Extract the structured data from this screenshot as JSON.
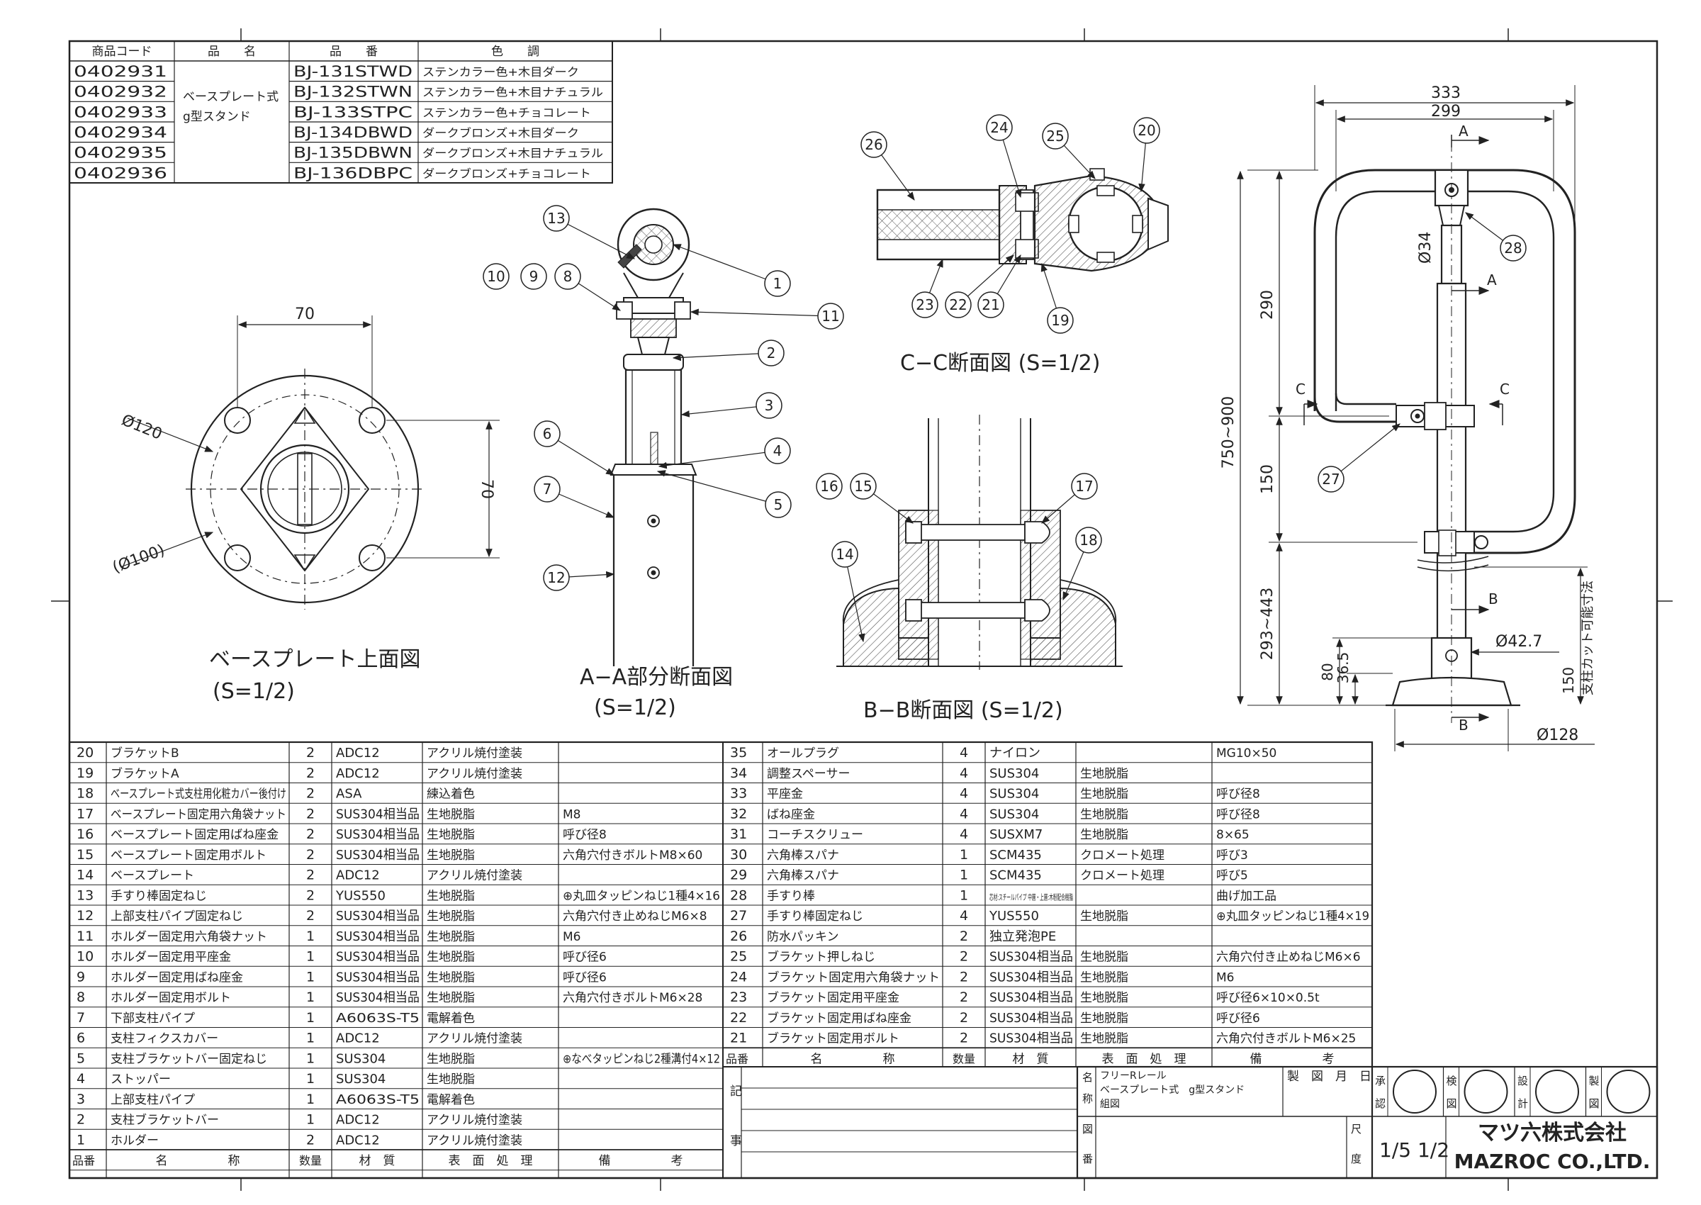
{
  "product_table": {
    "headers": [
      "商品コード",
      "品　　名",
      "品　　番",
      "色　　調"
    ],
    "product_name": [
      "ベースプレート式",
      "g型スタンド"
    ],
    "rows": [
      {
        "code": "0402931",
        "part_no": "BJ-131STWD",
        "color": "ステンカラー色+木目ダーク"
      },
      {
        "code": "0402932",
        "part_no": "BJ-132STWN",
        "color": "ステンカラー色+木目ナチュラル"
      },
      {
        "code": "0402933",
        "part_no": "BJ-133STPC",
        "color": "ステンカラー色+チョコレート"
      },
      {
        "code": "0402934",
        "part_no": "BJ-134DBWD",
        "color": "ダークブロンズ+木目ダーク"
      },
      {
        "code": "0402935",
        "part_no": "BJ-135DBWN",
        "color": "ダークブロンズ+木目ナチュラル"
      },
      {
        "code": "0402936",
        "part_no": "BJ-136DBPC",
        "color": "ダークブロンズ+チョコレート"
      }
    ]
  },
  "views": {
    "base_plate": {
      "title": "ベースプレート上面図",
      "scale": "(S=1/2)",
      "dim_70_h": "70",
      "dim_70_v": "70",
      "dim_dia120": "Ø120",
      "dim_dia100": "(Ø100)"
    },
    "aa": {
      "title": "A−A部分断面図",
      "scale": "(S=1/2)"
    },
    "bb": {
      "title": "B−B断面図 (S=1/2)"
    },
    "cc": {
      "title": "C−C断面図 (S=1/2)"
    },
    "side": {
      "dim_333": "333",
      "dim_299": "299",
      "dim_34": "Ø34",
      "dim_290": "290",
      "dim_150a": "150",
      "dim_750_900": "750~900",
      "dim_293_443": "293~443",
      "dim_80": "80",
      "dim_36_5": "36.5",
      "dim_42_7": "Ø42.7",
      "dim_150b": "150",
      "cut_note": "支柱カット可能寸法",
      "dim_128": "Ø128",
      "label_a": "A",
      "label_b": "B",
      "label_c": "C"
    }
  },
  "balloons": {
    "aa": [
      "13",
      "10",
      "9",
      "8",
      "1",
      "11",
      "2",
      "3",
      "6",
      "4",
      "7",
      "5",
      "12"
    ],
    "bb": [
      "16",
      "15",
      "17",
      "14",
      "18"
    ],
    "cc": [
      "26",
      "24",
      "25",
      "20",
      "23",
      "22",
      "21",
      "19"
    ],
    "side": [
      "28",
      "27"
    ]
  },
  "parts_left": [
    {
      "no": "20",
      "name": "ブラケットB",
      "qty": "2",
      "material": "ADC12",
      "finish": "アクリル焼付塗装",
      "note": ""
    },
    {
      "no": "19",
      "name": "ブラケットA",
      "qty": "2",
      "material": "ADC12",
      "finish": "アクリル焼付塗装",
      "note": ""
    },
    {
      "no": "18",
      "name": "ベースプレート式支柱用化粧カバー後付け",
      "qty": "2",
      "material": "ASA",
      "finish": "練込着色",
      "note": ""
    },
    {
      "no": "17",
      "name": "ベースプレート固定用六角袋ナット",
      "qty": "2",
      "material": "SUS304相当品",
      "finish": "生地脱脂",
      "note": "M8"
    },
    {
      "no": "16",
      "name": "ベースプレート固定用ばね座金",
      "qty": "2",
      "material": "SUS304相当品",
      "finish": "生地脱脂",
      "note": "呼び径8"
    },
    {
      "no": "15",
      "name": "ベースプレート固定用ボルト",
      "qty": "2",
      "material": "SUS304相当品",
      "finish": "生地脱脂",
      "note": "六角穴付きボルトM8×60"
    },
    {
      "no": "14",
      "name": "ベースプレート",
      "qty": "2",
      "material": "ADC12",
      "finish": "アクリル焼付塗装",
      "note": ""
    },
    {
      "no": "13",
      "name": "手すり棒固定ねじ",
      "qty": "2",
      "material": "YUS550",
      "finish": "生地脱脂",
      "note": "⊕丸皿タッピンねじ1種4×16"
    },
    {
      "no": "12",
      "name": "上部支柱パイプ固定ねじ",
      "qty": "2",
      "material": "SUS304相当品",
      "finish": "生地脱脂",
      "note": "六角穴付き止めねじM6×8"
    },
    {
      "no": "11",
      "name": "ホルダー固定用六角袋ナット",
      "qty": "1",
      "material": "SUS304相当品",
      "finish": "生地脱脂",
      "note": "M6"
    },
    {
      "no": "10",
      "name": "ホルダー固定用平座金",
      "qty": "1",
      "material": "SUS304相当品",
      "finish": "生地脱脂",
      "note": "呼び径6"
    },
    {
      "no": "9",
      "name": "ホルダー固定用ばね座金",
      "qty": "1",
      "material": "SUS304相当品",
      "finish": "生地脱脂",
      "note": "呼び径6"
    },
    {
      "no": "8",
      "name": "ホルダー固定用ボルト",
      "qty": "1",
      "material": "SUS304相当品",
      "finish": "生地脱脂",
      "note": "六角穴付きボルトM6×28"
    },
    {
      "no": "7",
      "name": "下部支柱パイプ",
      "qty": "1",
      "material": "A6063S-T5",
      "finish": "電解着色",
      "note": ""
    },
    {
      "no": "6",
      "name": "支柱フィクスカバー",
      "qty": "1",
      "material": "ADC12",
      "finish": "アクリル焼付塗装",
      "note": ""
    },
    {
      "no": "5",
      "name": "支柱ブラケットバー固定ねじ",
      "qty": "1",
      "material": "SUS304",
      "finish": "生地脱脂",
      "note": "⊕なべタッピンねじ2種溝付4×12"
    },
    {
      "no": "4",
      "name": "ストッパー",
      "qty": "1",
      "material": "SUS304",
      "finish": "生地脱脂",
      "note": ""
    },
    {
      "no": "3",
      "name": "上部支柱パイプ",
      "qty": "1",
      "material": "A6063S-T5",
      "finish": "電解着色",
      "note": ""
    },
    {
      "no": "2",
      "name": "支柱ブラケットバー",
      "qty": "1",
      "material": "ADC12",
      "finish": "アクリル焼付塗装",
      "note": ""
    },
    {
      "no": "1",
      "name": "ホルダー",
      "qty": "2",
      "material": "ADC12",
      "finish": "アクリル焼付塗装",
      "note": ""
    }
  ],
  "parts_right": [
    {
      "no": "35",
      "name": "オールプラグ",
      "qty": "4",
      "material": "ナイロン",
      "finish": "",
      "note": "MG10×50"
    },
    {
      "no": "34",
      "name": "調整スペーサー",
      "qty": "4",
      "material": "SUS304",
      "finish": "生地脱脂",
      "note": ""
    },
    {
      "no": "33",
      "name": "平座金",
      "qty": "4",
      "material": "SUS304",
      "finish": "生地脱脂",
      "note": "呼び径8"
    },
    {
      "no": "32",
      "name": "ばね座金",
      "qty": "4",
      "material": "SUS304",
      "finish": "生地脱脂",
      "note": "呼び径8"
    },
    {
      "no": "31",
      "name": "コーチスクリュー",
      "qty": "4",
      "material": "SUSXM7",
      "finish": "生地脱脂",
      "note": "8×65"
    },
    {
      "no": "30",
      "name": "六角棒スパナ",
      "qty": "1",
      "material": "SCM435",
      "finish": "クロメート処理",
      "note": "呼び3"
    },
    {
      "no": "29",
      "name": "六角棒スパナ",
      "qty": "1",
      "material": "SCM435",
      "finish": "クロメート処理",
      "note": "呼び5"
    },
    {
      "no": "28",
      "name": "手すり棒",
      "qty": "1",
      "material": "芯材:スチールパイプ 中層・上層:木粉配合樹脂",
      "finish": "",
      "note": "曲げ加工品"
    },
    {
      "no": "27",
      "name": "手すり棒固定ねじ",
      "qty": "4",
      "material": "YUS550",
      "finish": "生地脱脂",
      "note": "⊕丸皿タッピンねじ1種4×19"
    },
    {
      "no": "26",
      "name": "防水パッキン",
      "qty": "2",
      "material": "独立発泡PE",
      "finish": "",
      "note": ""
    },
    {
      "no": "25",
      "name": "ブラケット押しねじ",
      "qty": "2",
      "material": "SUS304相当品",
      "finish": "生地脱脂",
      "note": "六角穴付き止めねじM6×6"
    },
    {
      "no": "24",
      "name": "ブラケット固定用六角袋ナット",
      "qty": "2",
      "material": "SUS304相当品",
      "finish": "生地脱脂",
      "note": "M6"
    },
    {
      "no": "23",
      "name": "ブラケット固定用平座金",
      "qty": "2",
      "material": "SUS304相当品",
      "finish": "生地脱脂",
      "note": "呼び径6×10×0.5t"
    },
    {
      "no": "22",
      "name": "ブラケット固定用ばね座金",
      "qty": "2",
      "material": "SUS304相当品",
      "finish": "生地脱脂",
      "note": "呼び径6"
    },
    {
      "no": "21",
      "name": "ブラケット固定用ボルト",
      "qty": "2",
      "material": "SUS304相当品",
      "finish": "生地脱脂",
      "note": "六角穴付きボルトM6×25"
    }
  ],
  "parts_header": {
    "no": "品番",
    "name": "名　　　　　称",
    "qty": "数量",
    "material": "材　質",
    "finish": "表　面　処　理",
    "note": "備　　　　　考"
  },
  "notes_label": [
    "記",
    "事"
  ],
  "title_block": {
    "name_label": [
      "名",
      "称"
    ],
    "name_lines": [
      "フリーRレール",
      "ベースプレート式　g型スタンド",
      "組図"
    ],
    "date_label": "製　図　月　日",
    "stamps": [
      [
        "承",
        "認"
      ],
      [
        "検",
        "図"
      ],
      [
        "設",
        "計"
      ],
      [
        "製",
        "図"
      ]
    ],
    "drawing_label": [
      "図",
      "番"
    ],
    "scale_label": [
      "尺",
      "度"
    ],
    "scale_value": "1/5 1/2",
    "company_ja": "マツ六株式会社",
    "company_en": "MAZROC CO.,LTD."
  },
  "colors": {
    "line": "#222222",
    "paper": "#ffffff",
    "hatch": "#555555"
  }
}
